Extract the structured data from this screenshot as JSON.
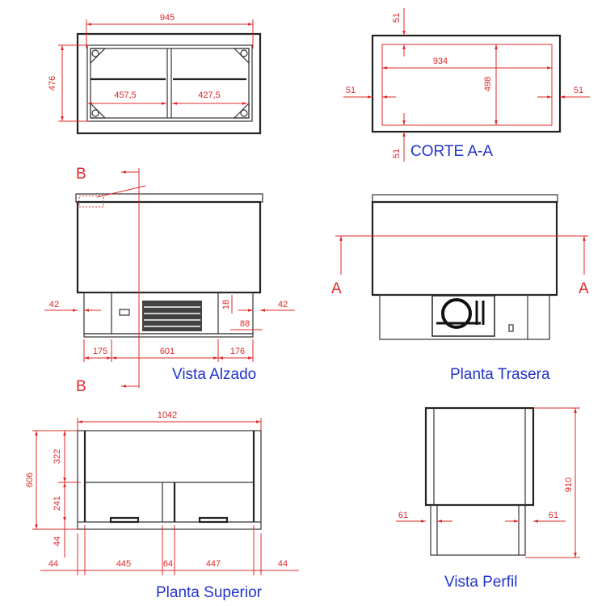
{
  "views": {
    "corte_title": "CORTE A-A",
    "alzado_title": "Vista Alzado",
    "trasera_title": "Planta Trasera",
    "superior_title": "Planta Superior",
    "perfil_title": "Vista Perfil"
  },
  "section_marks": {
    "b_top": "B",
    "b_bottom": "B",
    "a_left": "A",
    "a_right": "A"
  },
  "top_plan": {
    "width": "945",
    "depth": "476",
    "left": "457,5",
    "right": "427,5"
  },
  "corte": {
    "inner_width": "934",
    "inner_height": "498",
    "top": "51",
    "left": "51",
    "right": "51",
    "bottom": "51"
  },
  "alzado": {
    "left_offset": "42",
    "right_offset": "42",
    "seg1": "175",
    "seg2": "601",
    "seg3": "176",
    "small_h": "18",
    "small_w": "88"
  },
  "superior": {
    "width": "1042",
    "total_h": "606",
    "h1": "322",
    "h2": "241",
    "h3": "44",
    "b1": "44",
    "b2": "445",
    "b3": "64",
    "b4": "447",
    "b5": "44"
  },
  "perfil": {
    "height": "910",
    "left": "61",
    "right": "61"
  },
  "colors": {
    "dimension": "#e0282a",
    "title": "#2233cc",
    "outline": "#333333"
  }
}
